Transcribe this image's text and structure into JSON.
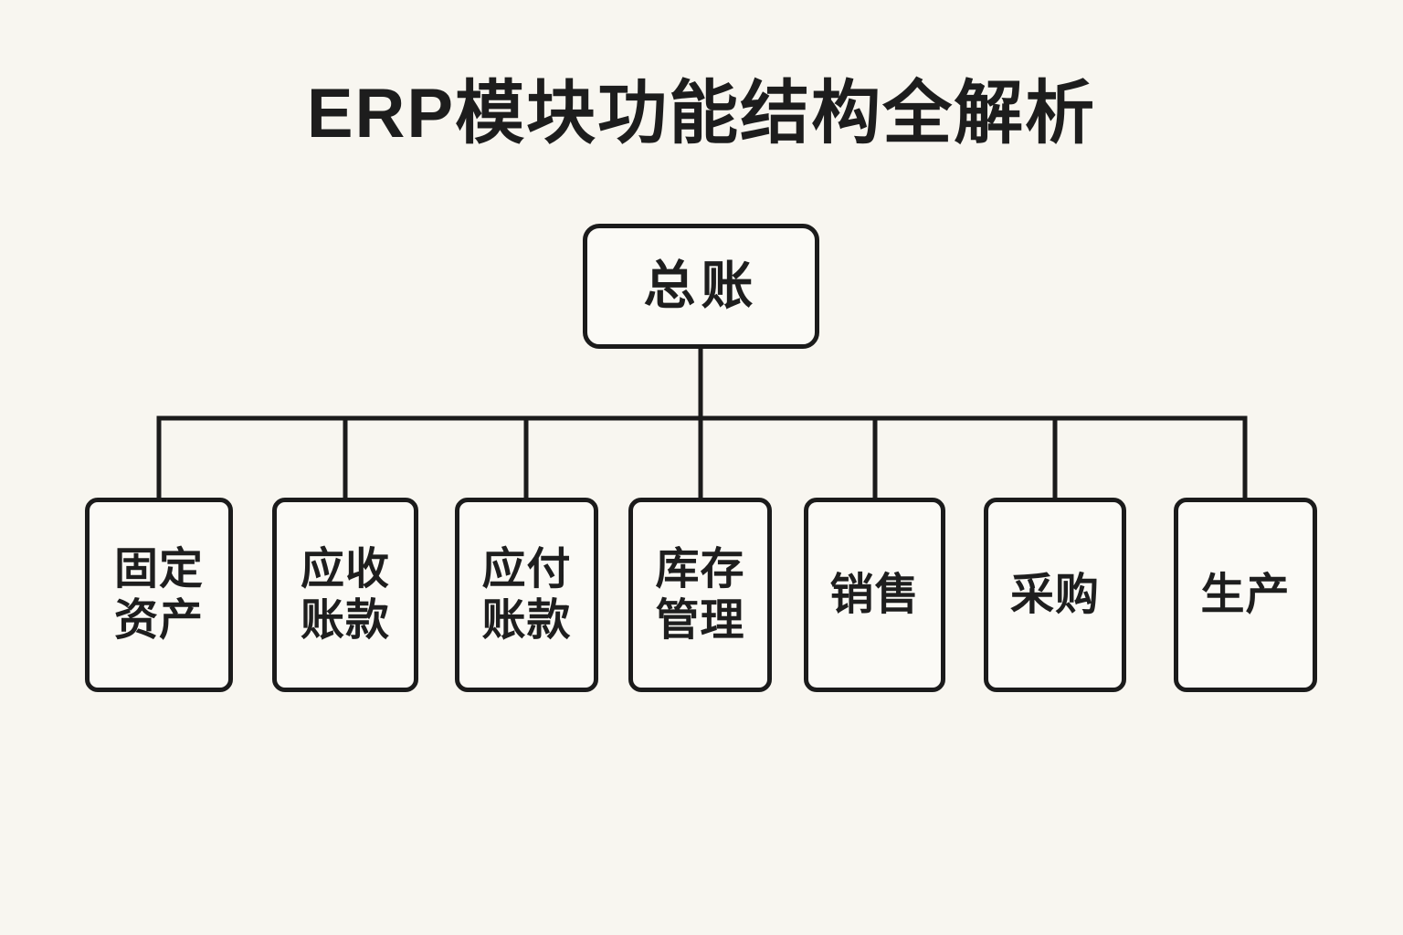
{
  "title": "ERP模块功能结构全解析",
  "tree": {
    "root": {
      "label": "总账"
    },
    "children": [
      {
        "label": "固定资产",
        "lines": [
          "固定",
          "资产"
        ]
      },
      {
        "label": "应收账款",
        "lines": [
          "应收",
          "账款"
        ]
      },
      {
        "label": "应付账款",
        "lines": [
          "应付",
          "账款"
        ]
      },
      {
        "label": "库存管理",
        "lines": [
          "库存",
          "管理"
        ]
      },
      {
        "label": "销售",
        "lines": [
          "销售"
        ]
      },
      {
        "label": "采购",
        "lines": [
          "采购"
        ]
      },
      {
        "label": "生产",
        "lines": [
          "生产"
        ]
      }
    ]
  },
  "colors": {
    "background": "#f8f6f0",
    "node_fill": "#fbfaf6",
    "line": "#1b1b1b",
    "text": "#1e1e1e"
  }
}
